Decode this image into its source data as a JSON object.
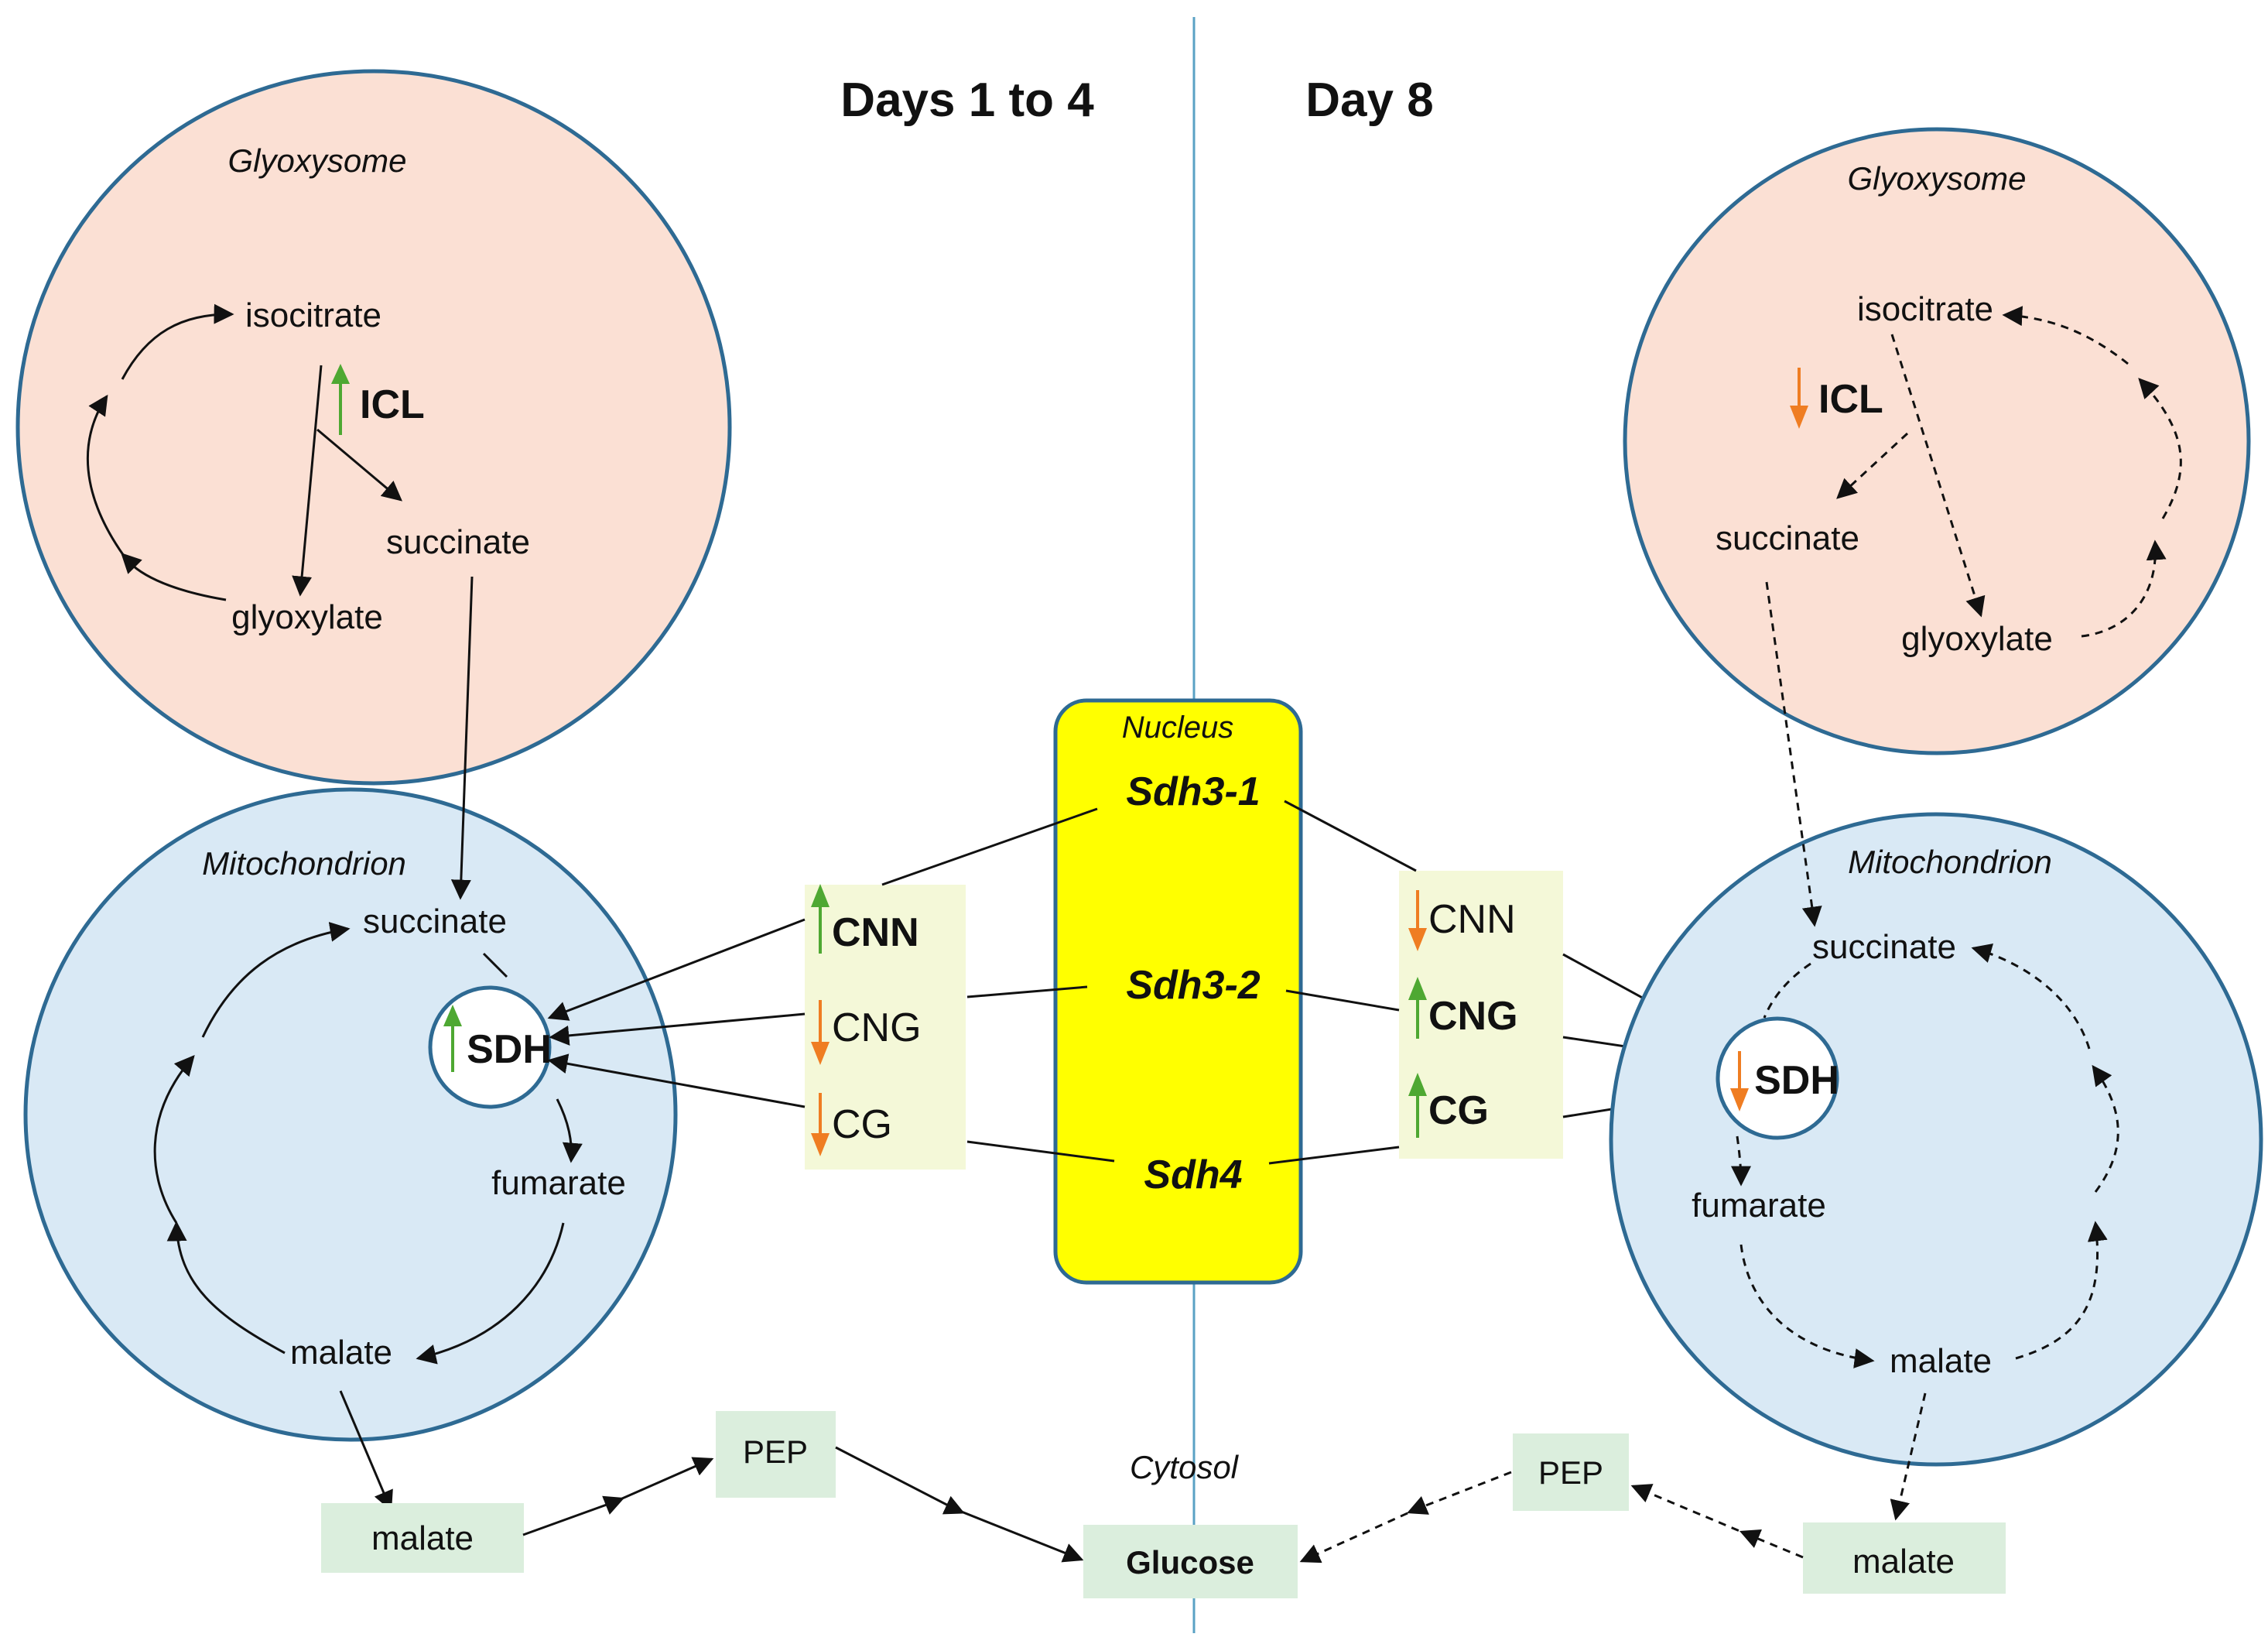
{
  "headers": {
    "left": "Days 1 to 4",
    "right": "Day 8"
  },
  "compartments": {
    "glyoxysome": "Glyoxysome",
    "mitochondrion": "Mitochondrion",
    "nucleus": "Nucleus",
    "cytosol": "Cytosol"
  },
  "metabolites": {
    "isocitrate": "isocitrate",
    "succinate": "succinate",
    "glyoxylate": "glyoxylate",
    "fumarate": "fumarate",
    "malate": "malate",
    "pep": "PEP",
    "glucose": "Glucose"
  },
  "enzymes": {
    "icl": "ICL",
    "sdh": "SDH"
  },
  "genes": {
    "sdh3_1": "Sdh3-1",
    "sdh3_2": "Sdh3-2",
    "sdh4": "Sdh4"
  },
  "methylation": {
    "cnn": "CNN",
    "cng": "CNG",
    "cg": "CG"
  },
  "colors": {
    "glyoxysome_fill": "#fbe0d4",
    "mitochondrion_fill": "#d9e9f5",
    "circle_stroke": "#2e6a93",
    "nucleus_fill": "#ffff00",
    "nucleus_stroke": "#2e6a93",
    "methylation_box": "#f4f8d8",
    "cytosol_box": "#dbeedd",
    "divider": "#5aa1c4",
    "up_arrow": "#4ea832",
    "down_arrow": "#ef7d22"
  }
}
